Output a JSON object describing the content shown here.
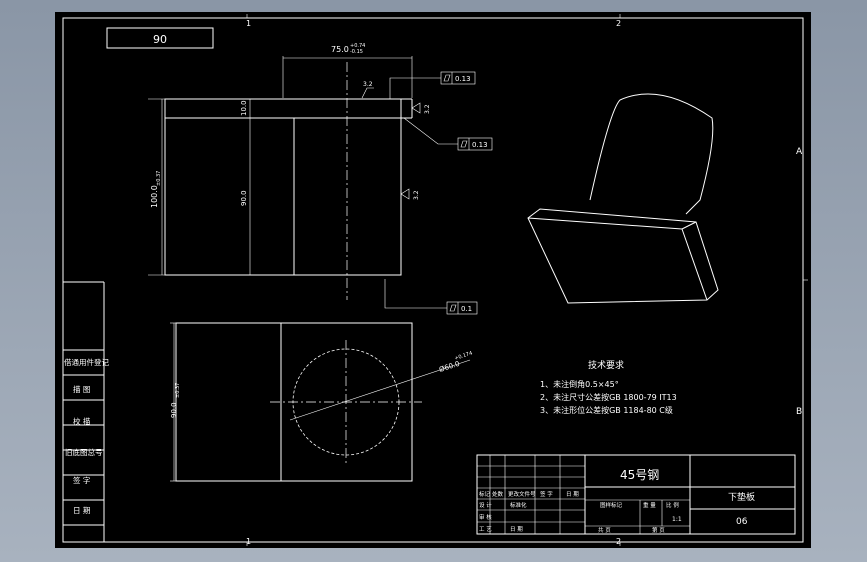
{
  "title_block": {
    "part_number_box": "90",
    "material": "45号钢",
    "part_name": "下垫板",
    "drawing_no": "06",
    "scale": "1:1"
  },
  "zones": {
    "top_left": "1",
    "top_right": "2",
    "bottom_left": "1",
    "bottom_right": "2",
    "right_a": "A",
    "right_b": "B"
  },
  "dimensions": {
    "width": "75.0",
    "width_tol_upper": "+0.74",
    "width_tol_lower": "-0.15",
    "flange_thickness": "10.0",
    "body_height": "90.0",
    "total_height": "100.0",
    "total_height_tol": "±0.37",
    "base_width": "90.0",
    "base_width_tol": "±0.37",
    "diameter": "Ø60.0",
    "diameter_tol": "+0.174"
  },
  "tolerances": {
    "flatness_1": "0.13",
    "flatness_2": "0.13",
    "flatness_3": "0.1"
  },
  "surface_finish": {
    "top": "3.2",
    "side_1": "3.2",
    "side_2": "3.2"
  },
  "technical_requirements": {
    "heading": "技术要求",
    "items": [
      "1、未注倒角0.5×45°",
      "2、未注尺寸公差按GB 1800-79  IT13",
      "3、未注形位公差按GB 1184-80  C级"
    ]
  },
  "side_labels": [
    "借通用件登记",
    "描 图",
    "校 描",
    "旧底图总号",
    "签 字",
    "日 期"
  ],
  "title_block_labels": [
    "标记",
    "处数",
    "更改文件号",
    "签 字",
    "日 期",
    "设 计",
    "标准化",
    "审 核",
    "工 艺",
    "日 期",
    "图样标记",
    "重 量",
    "比 例",
    "共 页",
    "第 页"
  ],
  "colors": {
    "background": "#000000",
    "frame": "#ffffff",
    "desktop": "#95a0ae"
  }
}
